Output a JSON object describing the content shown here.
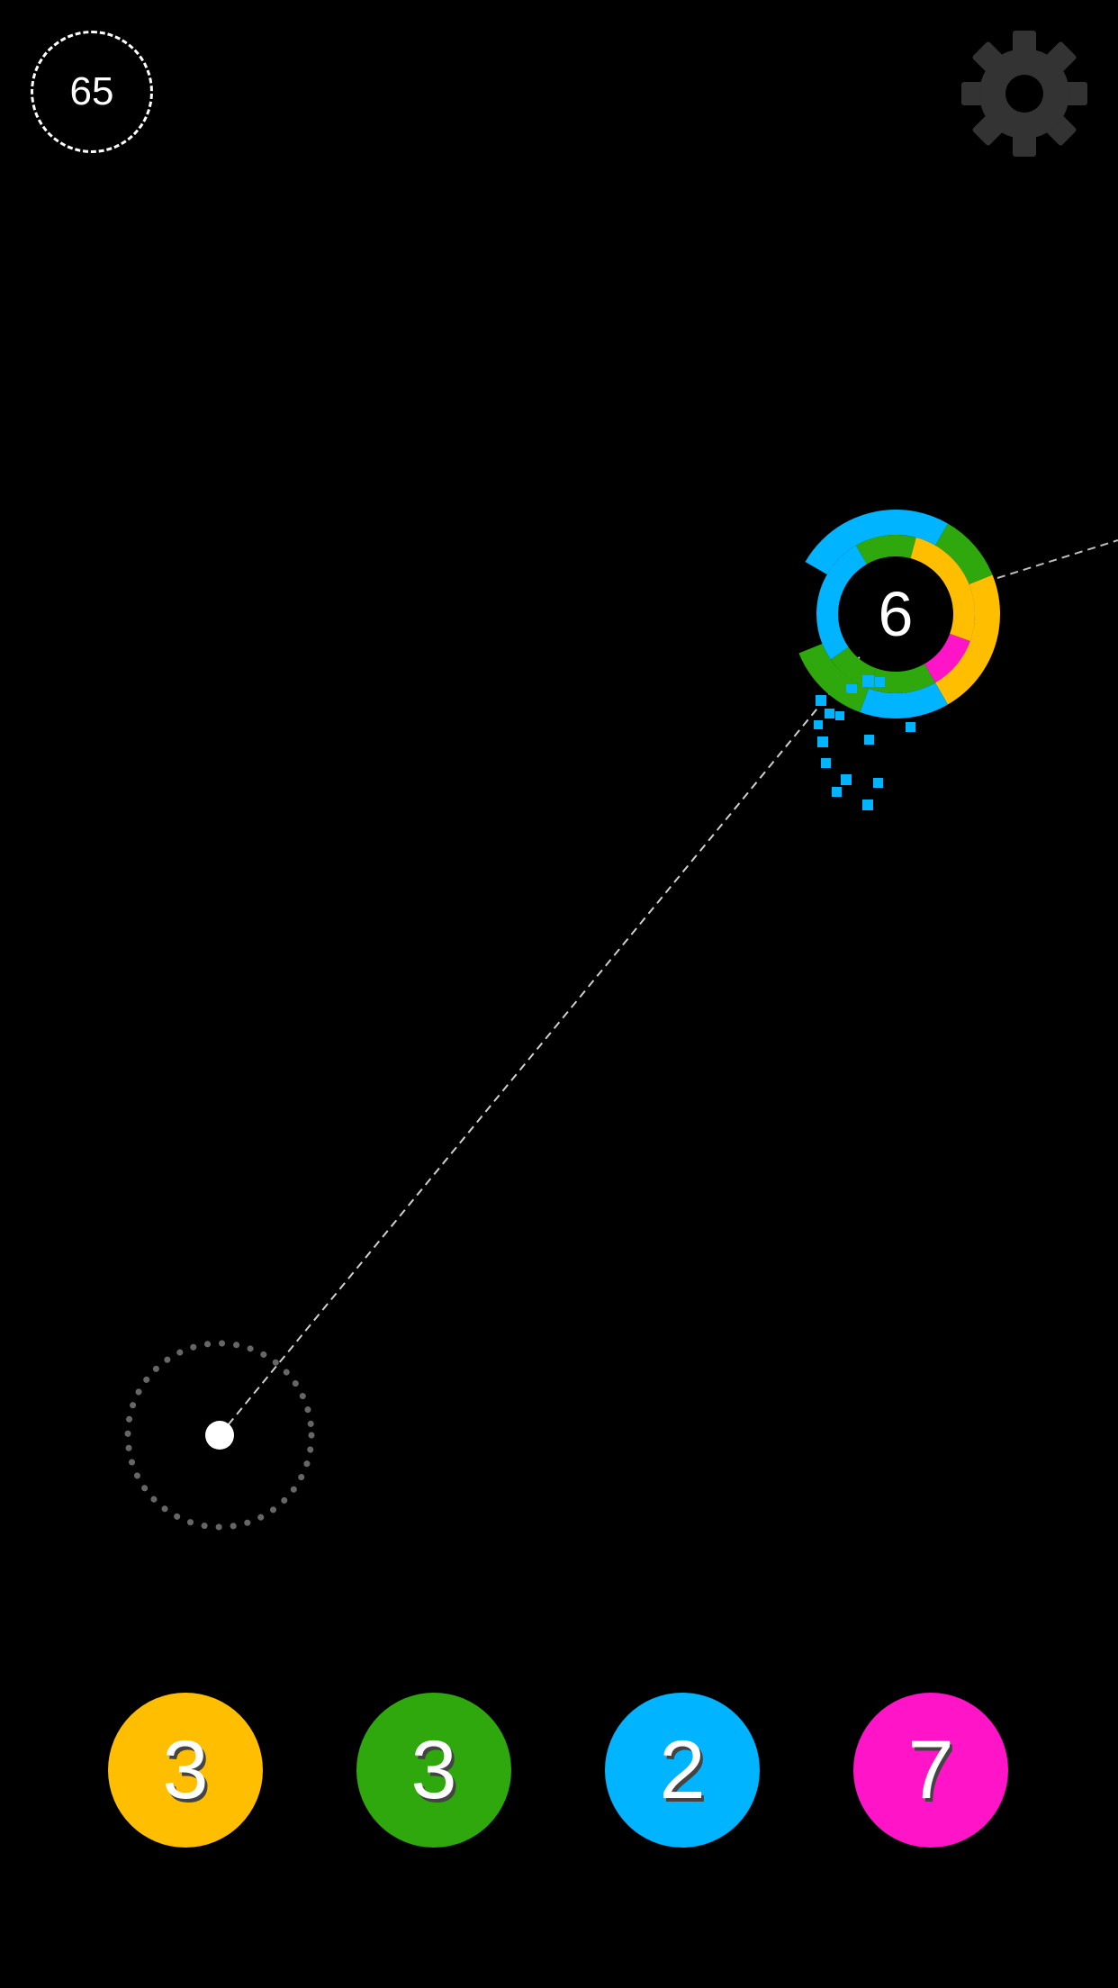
{
  "level": {
    "number": "65"
  },
  "settings": {
    "icon": "gear-icon",
    "color": "#333333"
  },
  "target": {
    "number": "6",
    "colors": {
      "blue": "#00b4ff",
      "green": "#2ea80c",
      "yellow": "#ffbe00",
      "magenta": "#ff14c8"
    }
  },
  "balls": [
    {
      "color": "#ffbe00",
      "count": "3"
    },
    {
      "color": "#2ea80c",
      "count": "3"
    },
    {
      "color": "#00b4ff",
      "count": "2"
    },
    {
      "color": "#ff14c8",
      "count": "7"
    }
  ]
}
